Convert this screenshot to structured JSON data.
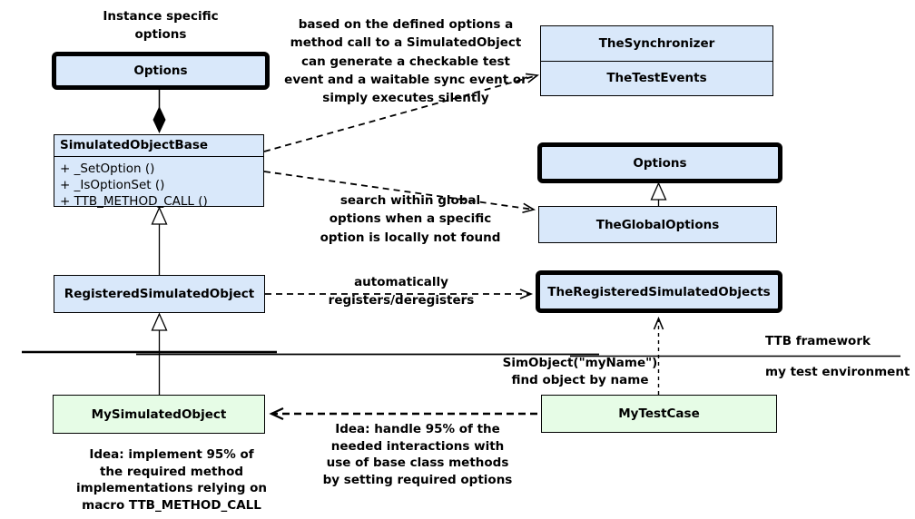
{
  "diagram": {
    "colors": {
      "box_fill_blue": "#d9e8fa",
      "box_fill_green": "#e6fce6",
      "line_color": "#000000",
      "background": "#ffffff"
    },
    "boxes": {
      "options_left": {
        "label": "Options"
      },
      "simulated_object_base": {
        "title": "SimulatedObjectBase",
        "methods": [
          "+ _SetOption ()",
          "+ _IsOptionSet ()",
          "+ TTB_METHOD_CALL ()"
        ]
      },
      "registered_simulated_object": {
        "label": "RegisteredSimulatedObject"
      },
      "my_simulated_object": {
        "label": "MySimulatedObject"
      },
      "synchronizer": {
        "top": "TheSynchronizer",
        "bottom": "TheTestEvents"
      },
      "options_right": {
        "label": "Options"
      },
      "the_global_options": {
        "label": "TheGlobalOptions"
      },
      "the_registered_simulated_objects": {
        "label": "TheRegisteredSimulatedObjects"
      },
      "my_test_case": {
        "label": "MyTestCase"
      }
    },
    "annotations": {
      "instance_specific": "Instance specific\noptions",
      "method_call_note": "based on the defined options a\nmethod call to a SimulatedObject\ncan generate a checkable test\nevent and a waitable sync event or\nsimply executes silently",
      "search_note": "search within global\noptions when a specific\noption is locally not found",
      "register_note": "automatically registers/deregisters",
      "ttb_framework": "TTB framework",
      "my_test_environment": "my test environment",
      "simobject_note": "SimObject(\"myName\")\nfind object by name",
      "idea_implement": "Idea: implement 95% of\nthe required method\nimplementations relying on\nmacro TTB_METHOD_CALL",
      "idea_handle": "Idea: handle 95% of the\nneeded interactions with\nuse of base class methods\nby setting required options"
    }
  }
}
